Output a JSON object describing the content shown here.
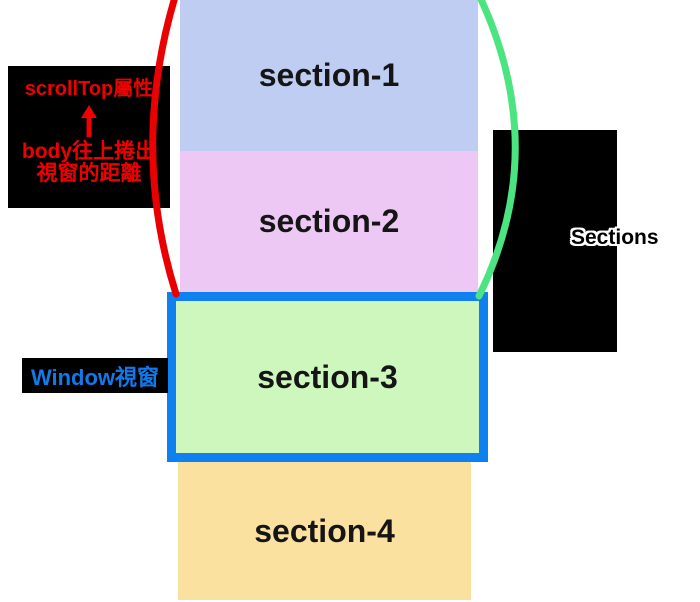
{
  "canvas": {
    "background": "#ffffff",
    "section_text_color": "#151515"
  },
  "sections": [
    {
      "label": "section-1",
      "color": "#bfcdf3"
    },
    {
      "label": "section-2",
      "color": "#eec8f5"
    },
    {
      "label": "section-3",
      "color": "#cdf7bd",
      "border_color": "#0e80f0"
    },
    {
      "label": "section-4",
      "color": "#fae1a0"
    }
  ],
  "scrolltop_note": {
    "title": "scrollTop屬性",
    "arrow_icon": "up-arrow",
    "desc_line1": "body往上捲出",
    "desc_line2": "視窗的距離",
    "text_color": "#ee0000",
    "bg_color": "#000000"
  },
  "window_note": {
    "label": "Window視窗",
    "text_color": "#1179e8",
    "bg_color": "#000000"
  },
  "right_note": {
    "label": "Sections",
    "text_color": "#000000",
    "outline_color": "#ffffff",
    "bg_color": "#000000"
  },
  "arcs": {
    "left_color": "#ea0000",
    "right_color": "#4ce381"
  }
}
